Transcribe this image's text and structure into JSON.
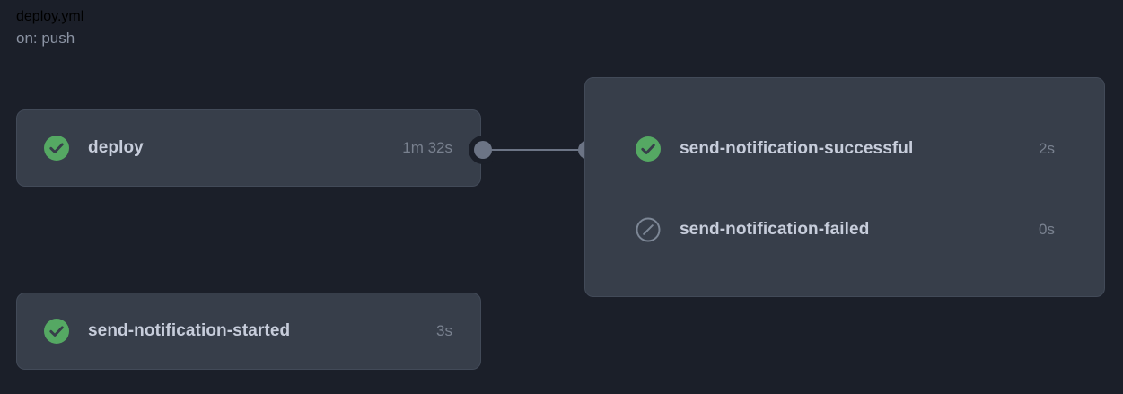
{
  "header": {
    "title": "deploy.yml",
    "trigger": "on: push"
  },
  "colors": {
    "page_background": "#1b1f29",
    "card_background": "#373e4a",
    "card_border": "#424a58",
    "title_text": "#c9d0dc",
    "label_text": "#c7cddb",
    "muted_text": "#8b93a3",
    "duration_text": "#79818f",
    "success_green": "#55a863",
    "skipped_gray": "#7d8796",
    "connector_gray": "#6c7485"
  },
  "graph": {
    "nodes": [
      {
        "id": "deploy",
        "label": "deploy",
        "duration": "1m 32s",
        "status": "success",
        "status_icon": "check-circle-icon",
        "has_output_connector": true
      },
      {
        "id": "send-notification-started",
        "label": "send-notification-started",
        "duration": "3s",
        "status": "success",
        "status_icon": "check-circle-icon",
        "has_output_connector": false
      }
    ],
    "group": {
      "id": "notifications-group",
      "has_input_connector": true,
      "jobs": [
        {
          "id": "send-notification-successful",
          "label": "send-notification-successful",
          "duration": "2s",
          "status": "success",
          "status_icon": "check-circle-icon"
        },
        {
          "id": "send-notification-failed",
          "label": "send-notification-failed",
          "duration": "0s",
          "status": "skipped",
          "status_icon": "skipped-circle-icon"
        }
      ]
    },
    "edges": [
      {
        "from": "deploy",
        "to": "notifications-group"
      }
    ]
  }
}
